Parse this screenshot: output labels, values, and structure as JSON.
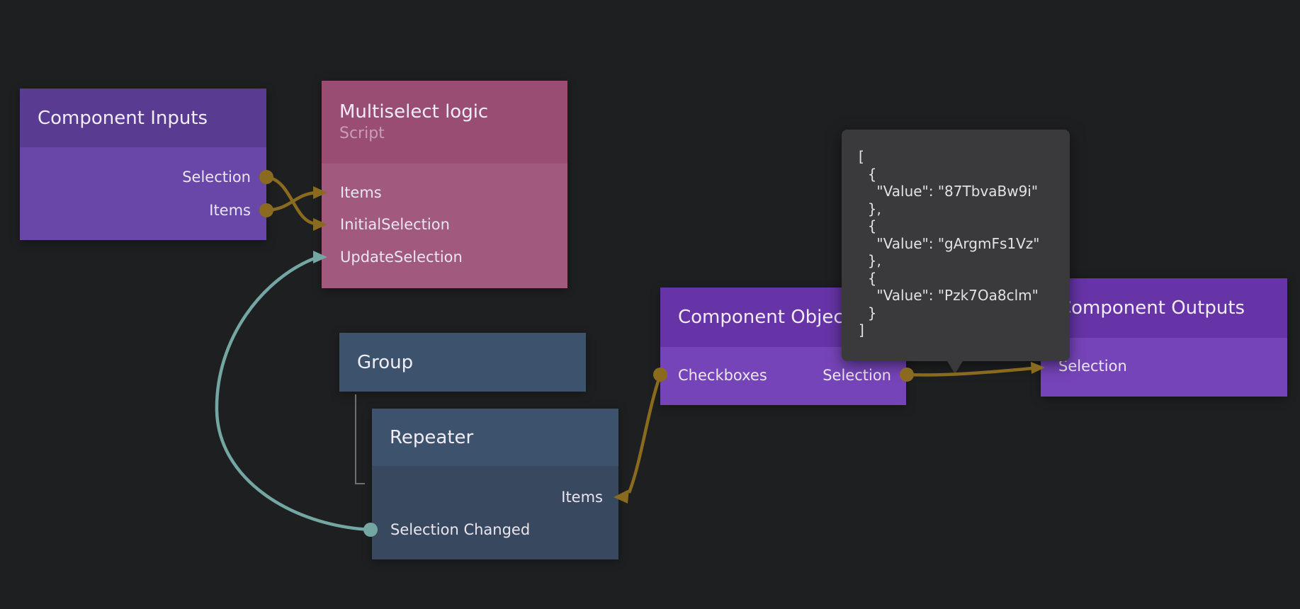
{
  "colors": {
    "background": "#1e1f20",
    "wire_gold": "#8a6a1f",
    "wire_teal": "#74a7a4",
    "node_purple_header": "#593b91",
    "node_purple_body": "#6947a8",
    "node_magenta_header": "#9a4d73",
    "node_magenta_body": "#a15a7e",
    "node_blue_header": "#3d526d",
    "node_blue_body": "#37485f",
    "node_violet_header": "#6634a6",
    "node_violet_body": "#7644b9",
    "tooltip_background": "#3a3a3c"
  },
  "nodes": {
    "component_inputs": {
      "title": "Component Inputs",
      "ports": {
        "selection": "Selection",
        "items": "Items"
      }
    },
    "multiselect_logic": {
      "title": "Multiselect logic",
      "subtitle": "Script",
      "ports": {
        "items": "Items",
        "initial_selection": "InitialSelection",
        "update_selection": "UpdateSelection"
      }
    },
    "group": {
      "title": "Group"
    },
    "repeater": {
      "title": "Repeater",
      "ports": {
        "items": "Items",
        "selection_changed": "Selection Changed"
      }
    },
    "component_object": {
      "title": "Component Object",
      "ports": {
        "checkboxes": "Checkboxes",
        "selection": "Selection"
      }
    },
    "component_outputs": {
      "title": "Component Outputs",
      "ports": {
        "selection": "Selection"
      }
    }
  },
  "tooltip": {
    "json_text": "[\n  {\n    \"Value\": \"87TbvaBw9i\"\n  },\n  {\n    \"Value\": \"gArgmFs1Vz\"\n  },\n  {\n    \"Value\": \"Pzk7Oa8clm\"\n  }\n]"
  }
}
